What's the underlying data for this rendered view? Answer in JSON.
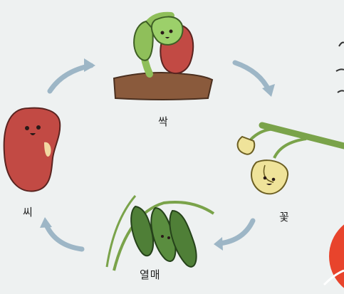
{
  "diagram": {
    "stages": [
      {
        "id": "seed",
        "label": "씨"
      },
      {
        "id": "sprout",
        "label": "싹"
      },
      {
        "id": "flower",
        "label": "꽃"
      },
      {
        "id": "fruit",
        "label": "열매"
      }
    ]
  },
  "colors": {
    "background": "#eef1f1",
    "arrow": "#9db6c6",
    "seed": "#c24a44",
    "stem": "#8fbf5a",
    "soil": "#8a5a3c",
    "flower": "#efe39a",
    "pod": "#4f7f37",
    "accent": "#e8442c"
  }
}
